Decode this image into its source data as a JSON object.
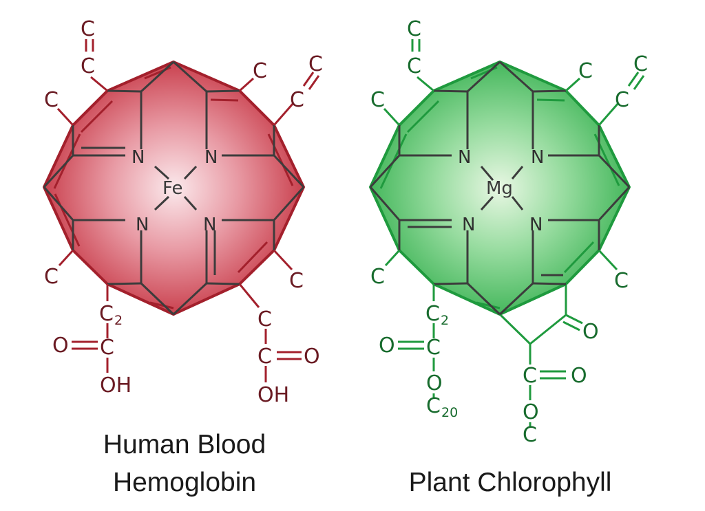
{
  "colors": {
    "hemoglobin_ring_fill": "#c4303e",
    "hemoglobin_ring_center": "#fbe9ec",
    "hemoglobin_bond": "#a3202c",
    "chlorophyll_ring_fill": "#35b04f",
    "chlorophyll_ring_center": "#e8f7e3",
    "chlorophyll_bond": "#1f9a3e",
    "inner_bond": "#3c3c3c"
  },
  "hemoglobin": {
    "metal": "Fe",
    "nitrogen": "N",
    "carbon": "C",
    "oxygen": "O",
    "hydroxyl": "OH",
    "subscript_2": "2",
    "caption_line1": "Human Blood",
    "caption_line2": "Hemoglobin"
  },
  "chlorophyll": {
    "metal": "Mg",
    "nitrogen": "N",
    "carbon": "C",
    "oxygen": "O",
    "subscript_2": "2",
    "subscript_20": "20",
    "caption": "Plant Chlorophyll"
  }
}
